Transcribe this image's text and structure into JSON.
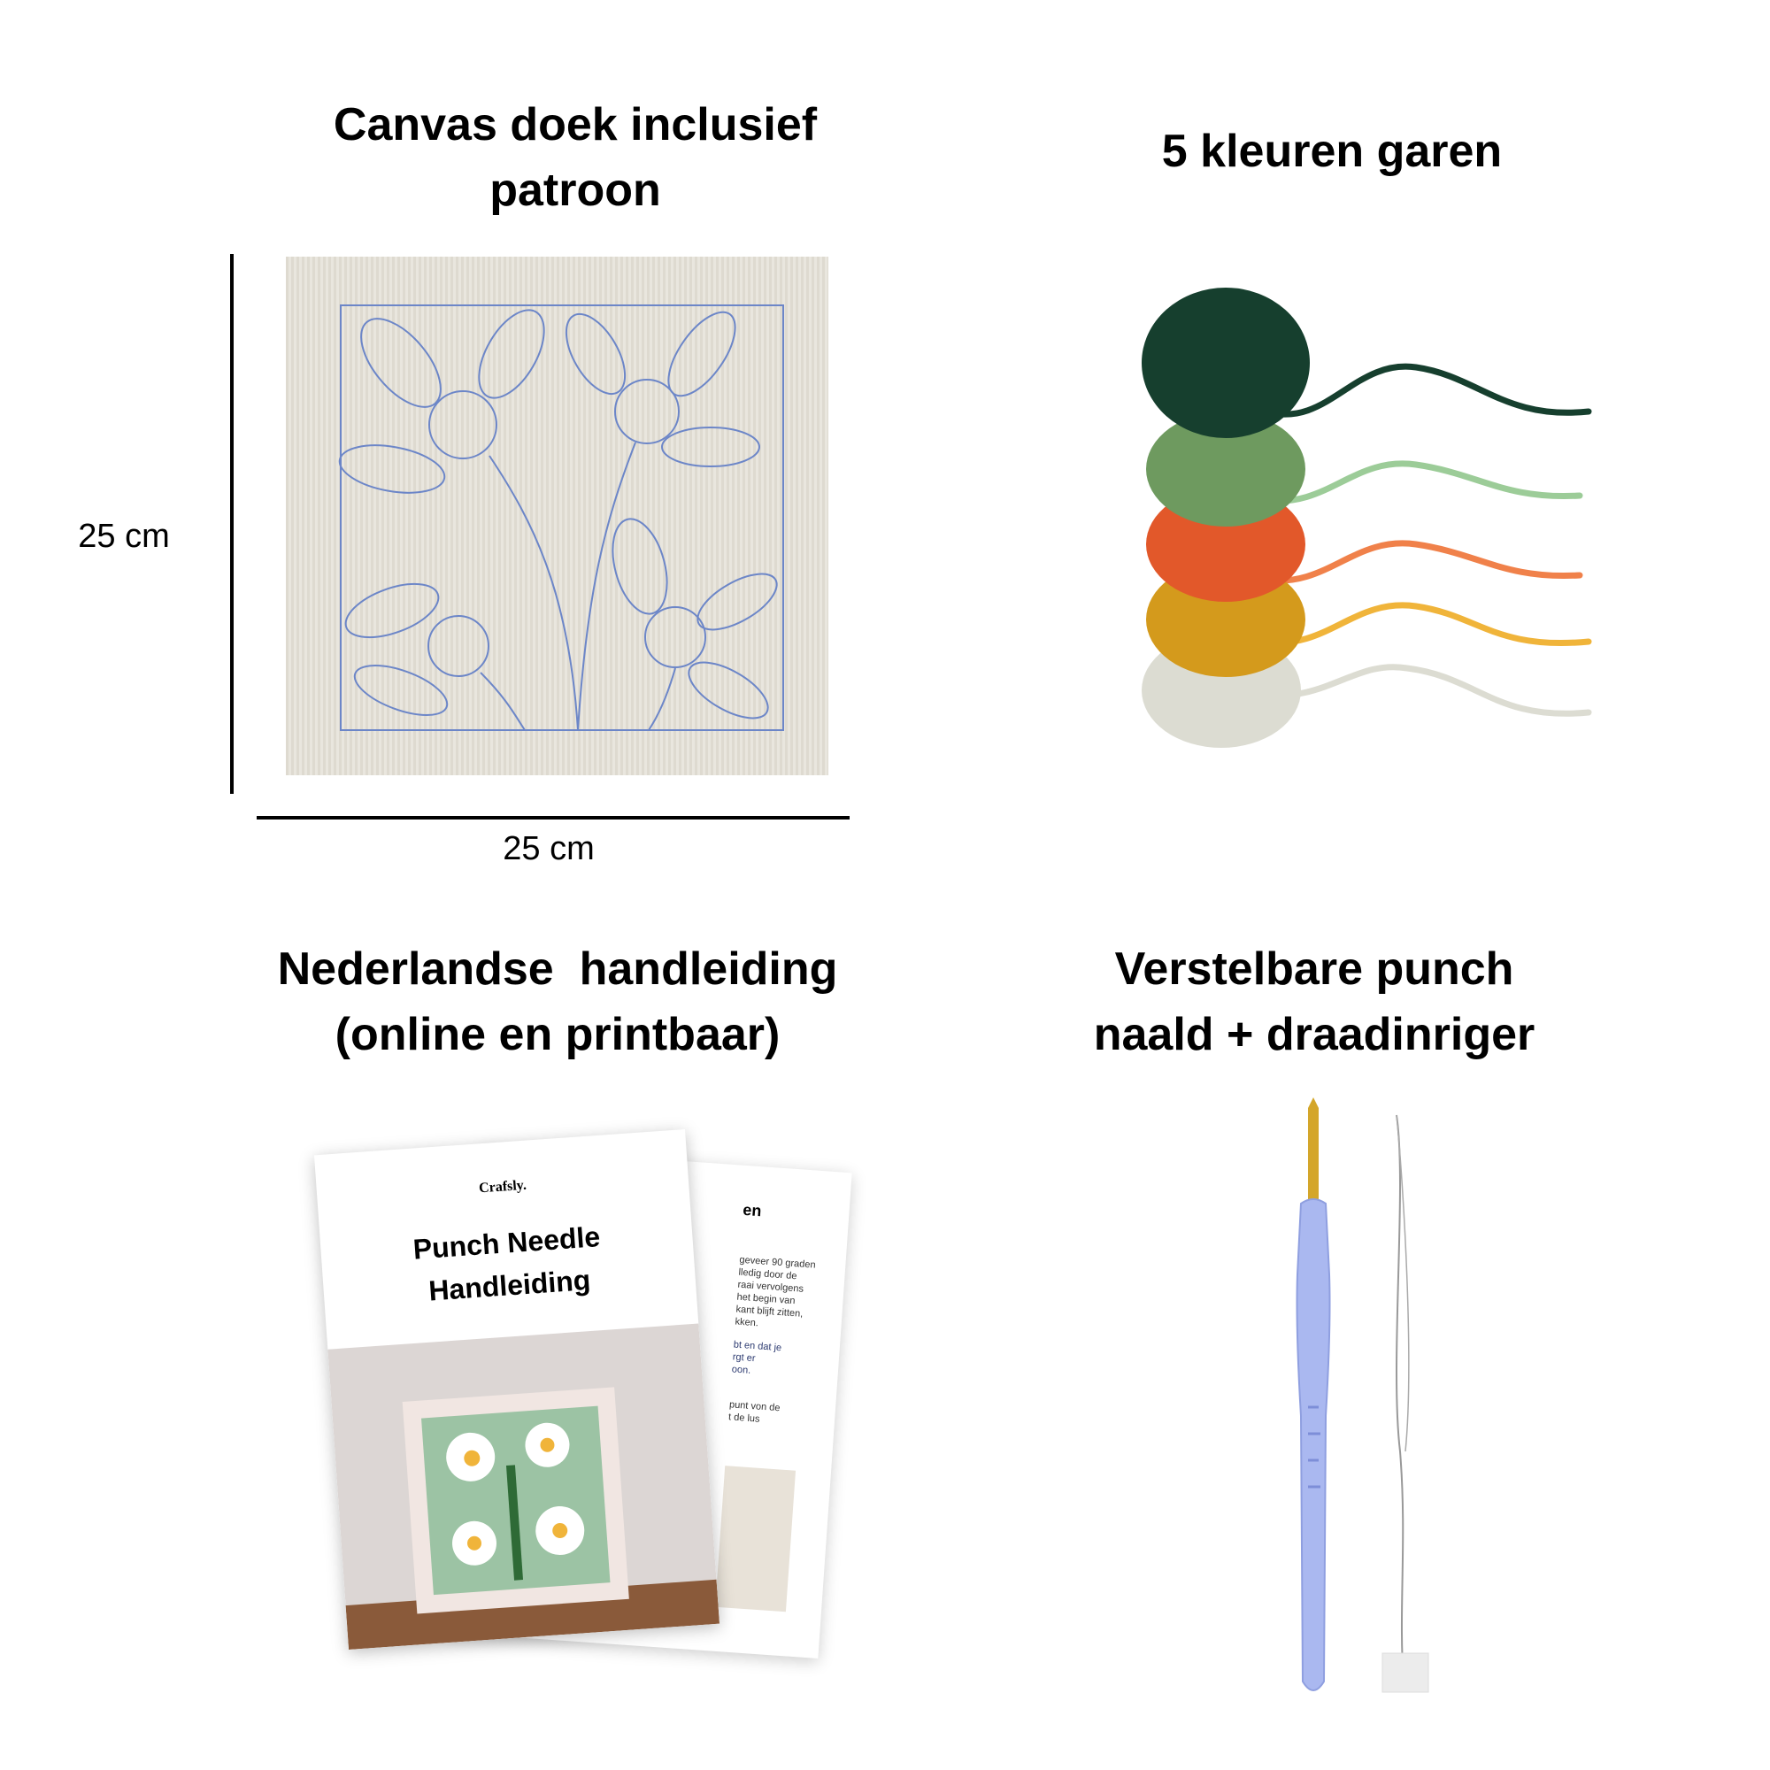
{
  "sections": [
    {
      "title_line1": "Canvas doek inclusief",
      "title_line2": "patroon",
      "height_label": "25 cm",
      "width_label": "25 cm"
    },
    {
      "title_line1": "5 kleuren garen",
      "yarn_colors": [
        "#163f2e",
        "#6e9a5f",
        "#e2582a",
        "#d49a1c",
        "#dcdcd2"
      ]
    },
    {
      "title_line1": "Nederlandse  handleiding",
      "title_line2": "(online en printbaar)",
      "booklet": {
        "brand": "Crafsly.",
        "title_line1": "Punch Needle",
        "title_line2": "Handleiding",
        "back_heading": "en",
        "back_text": [
          "geveer 90 graden",
          "lledig door de",
          "raai vervolgens",
          "het begin van",
          "kant blijft zitten,",
          "kken.",
          "bt en dat je",
          "rgt er",
          "oon.",
          "punt von de",
          "t de lus"
        ]
      }
    },
    {
      "title_line1": "Verstelbare punch",
      "title_line2": "naald + draadinriger"
    }
  ]
}
